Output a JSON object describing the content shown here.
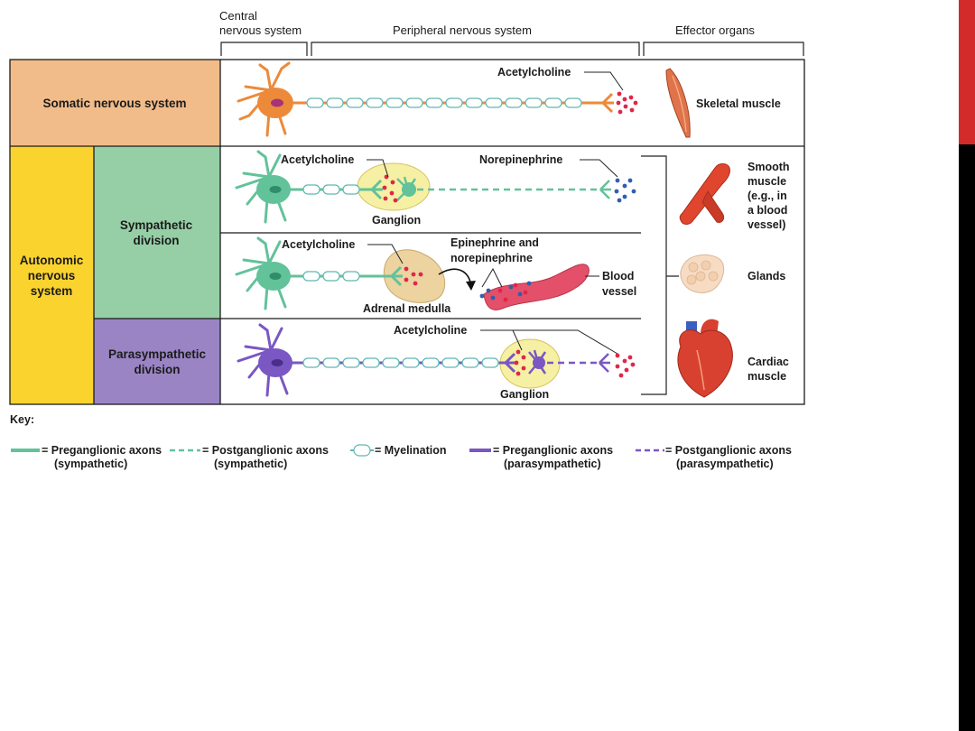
{
  "header": {
    "cns_line1": "Central",
    "cns_line2": "nervous system",
    "pns": "Peripheral nervous system",
    "effector": "Effector organs"
  },
  "divisions": {
    "somatic": "Somatic nervous system",
    "autonomic_line1": "Autonomic",
    "autonomic_line2": "nervous",
    "autonomic_line3": "system",
    "sympathetic_line1": "Sympathetic",
    "sympathetic_line2": "division",
    "parasympathetic_line1": "Parasympathetic",
    "parasympathetic_line2": "division"
  },
  "labels": {
    "ach_somatic": "Acetylcholine",
    "ach_symp": "Acetylcholine",
    "ganglion_symp": "Ganglion",
    "norepinephrine": "Norepinephrine",
    "ach_adrenal": "Acetylcholine",
    "epi_line1": "Epinephrine and",
    "epi_line2": "norepinephrine",
    "blood_line1": "Blood",
    "blood_line2": "vessel",
    "adrenal_medulla": "Adrenal medulla",
    "ach_para": "Acetylcholine",
    "ganglion_para": "Ganglion"
  },
  "effectors": {
    "skeletal": "Skeletal muscle",
    "smooth_line1": "Smooth",
    "smooth_line2": "muscle",
    "smooth_line3": "(e.g., in",
    "smooth_line4": "a blood",
    "smooth_line5": "vessel)",
    "glands": "Glands",
    "cardiac_line1": "Cardiac",
    "cardiac_line2": "muscle"
  },
  "key": {
    "title": "Key:",
    "pre_symp_line1": "= Preganglionic axons",
    "pre_symp_line2": "(sympathetic)",
    "post_symp_line1": "= Postganglionic axons",
    "post_symp_line2": "(sympathetic)",
    "myelin": "= Myelination",
    "pre_para_line1": "= Preganglionic axons",
    "pre_para_line2": "(parasympathetic)",
    "post_para_line1": "= Postganglionic axons",
    "post_para_line2": "(parasympathetic)"
  },
  "colors": {
    "somatic_block": "#f2bc8a",
    "autonomic_block": "#fbd32e",
    "sympathetic_block": "#96cfa6",
    "parasympathetic_block": "#9a84c4",
    "somatic_neuron": "#ec8a3a",
    "sympathetic_neuron": "#62c29a",
    "parasympathetic_neuron": "#7a57c2",
    "acetylcholine_dot": "#e0264a",
    "norepinephrine_dot": "#2e5fb0",
    "ganglion_fill": "#f6f0a4",
    "myelin_stroke": "#5fb7b2",
    "blood_vessel": "#e4506a",
    "heart": "#d8412f"
  }
}
